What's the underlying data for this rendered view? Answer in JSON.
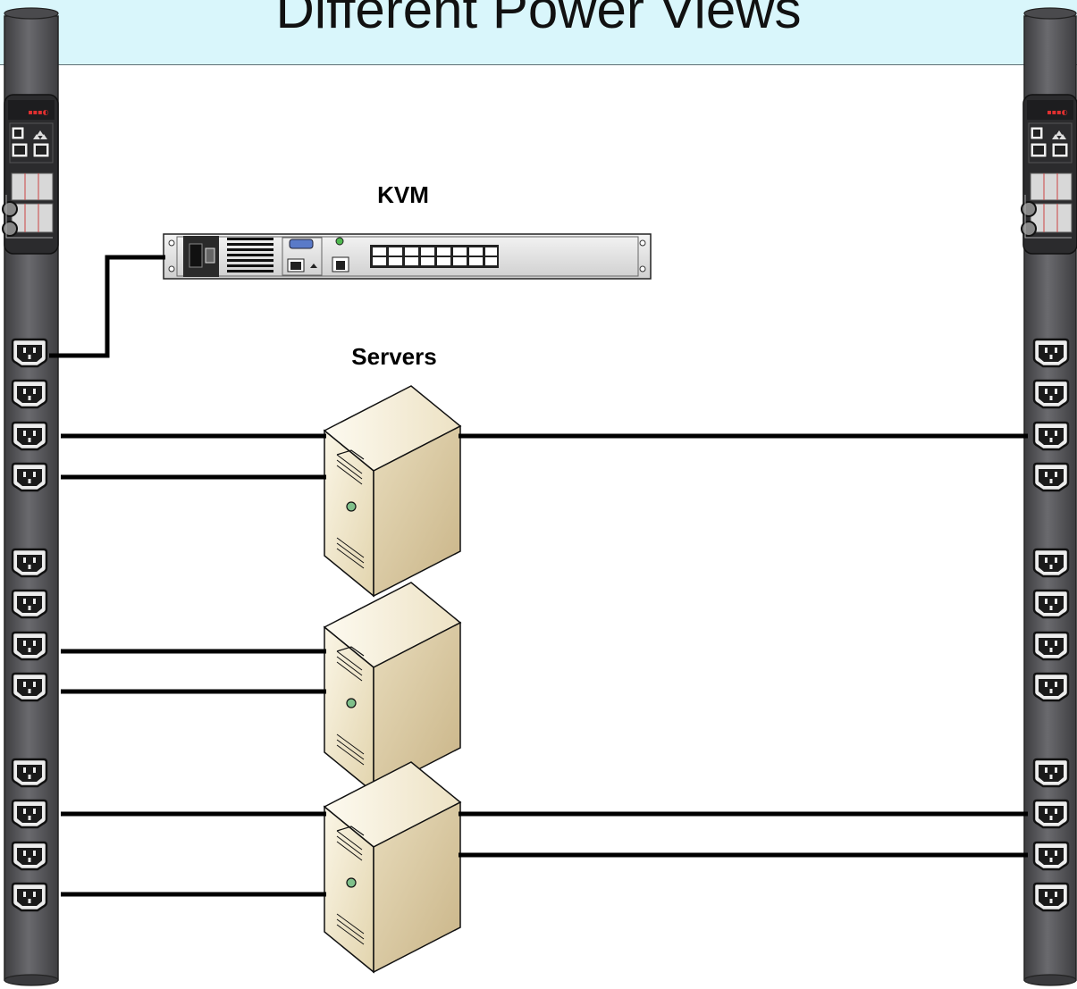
{
  "slide": {
    "title": "Different Power Views"
  },
  "labels": {
    "kvm": "KVM",
    "servers": "Servers"
  },
  "pdu": {
    "outlet_groups": [
      4,
      4,
      4
    ]
  },
  "kvm_device": {
    "port_count": 16
  },
  "servers": {
    "count": 3
  },
  "colors": {
    "title_band": "#d9f6fb",
    "pdu_body": "#5a5a5d",
    "cable": "#000000",
    "server_front": "#efe6cc",
    "server_side": "#d4c39b"
  }
}
